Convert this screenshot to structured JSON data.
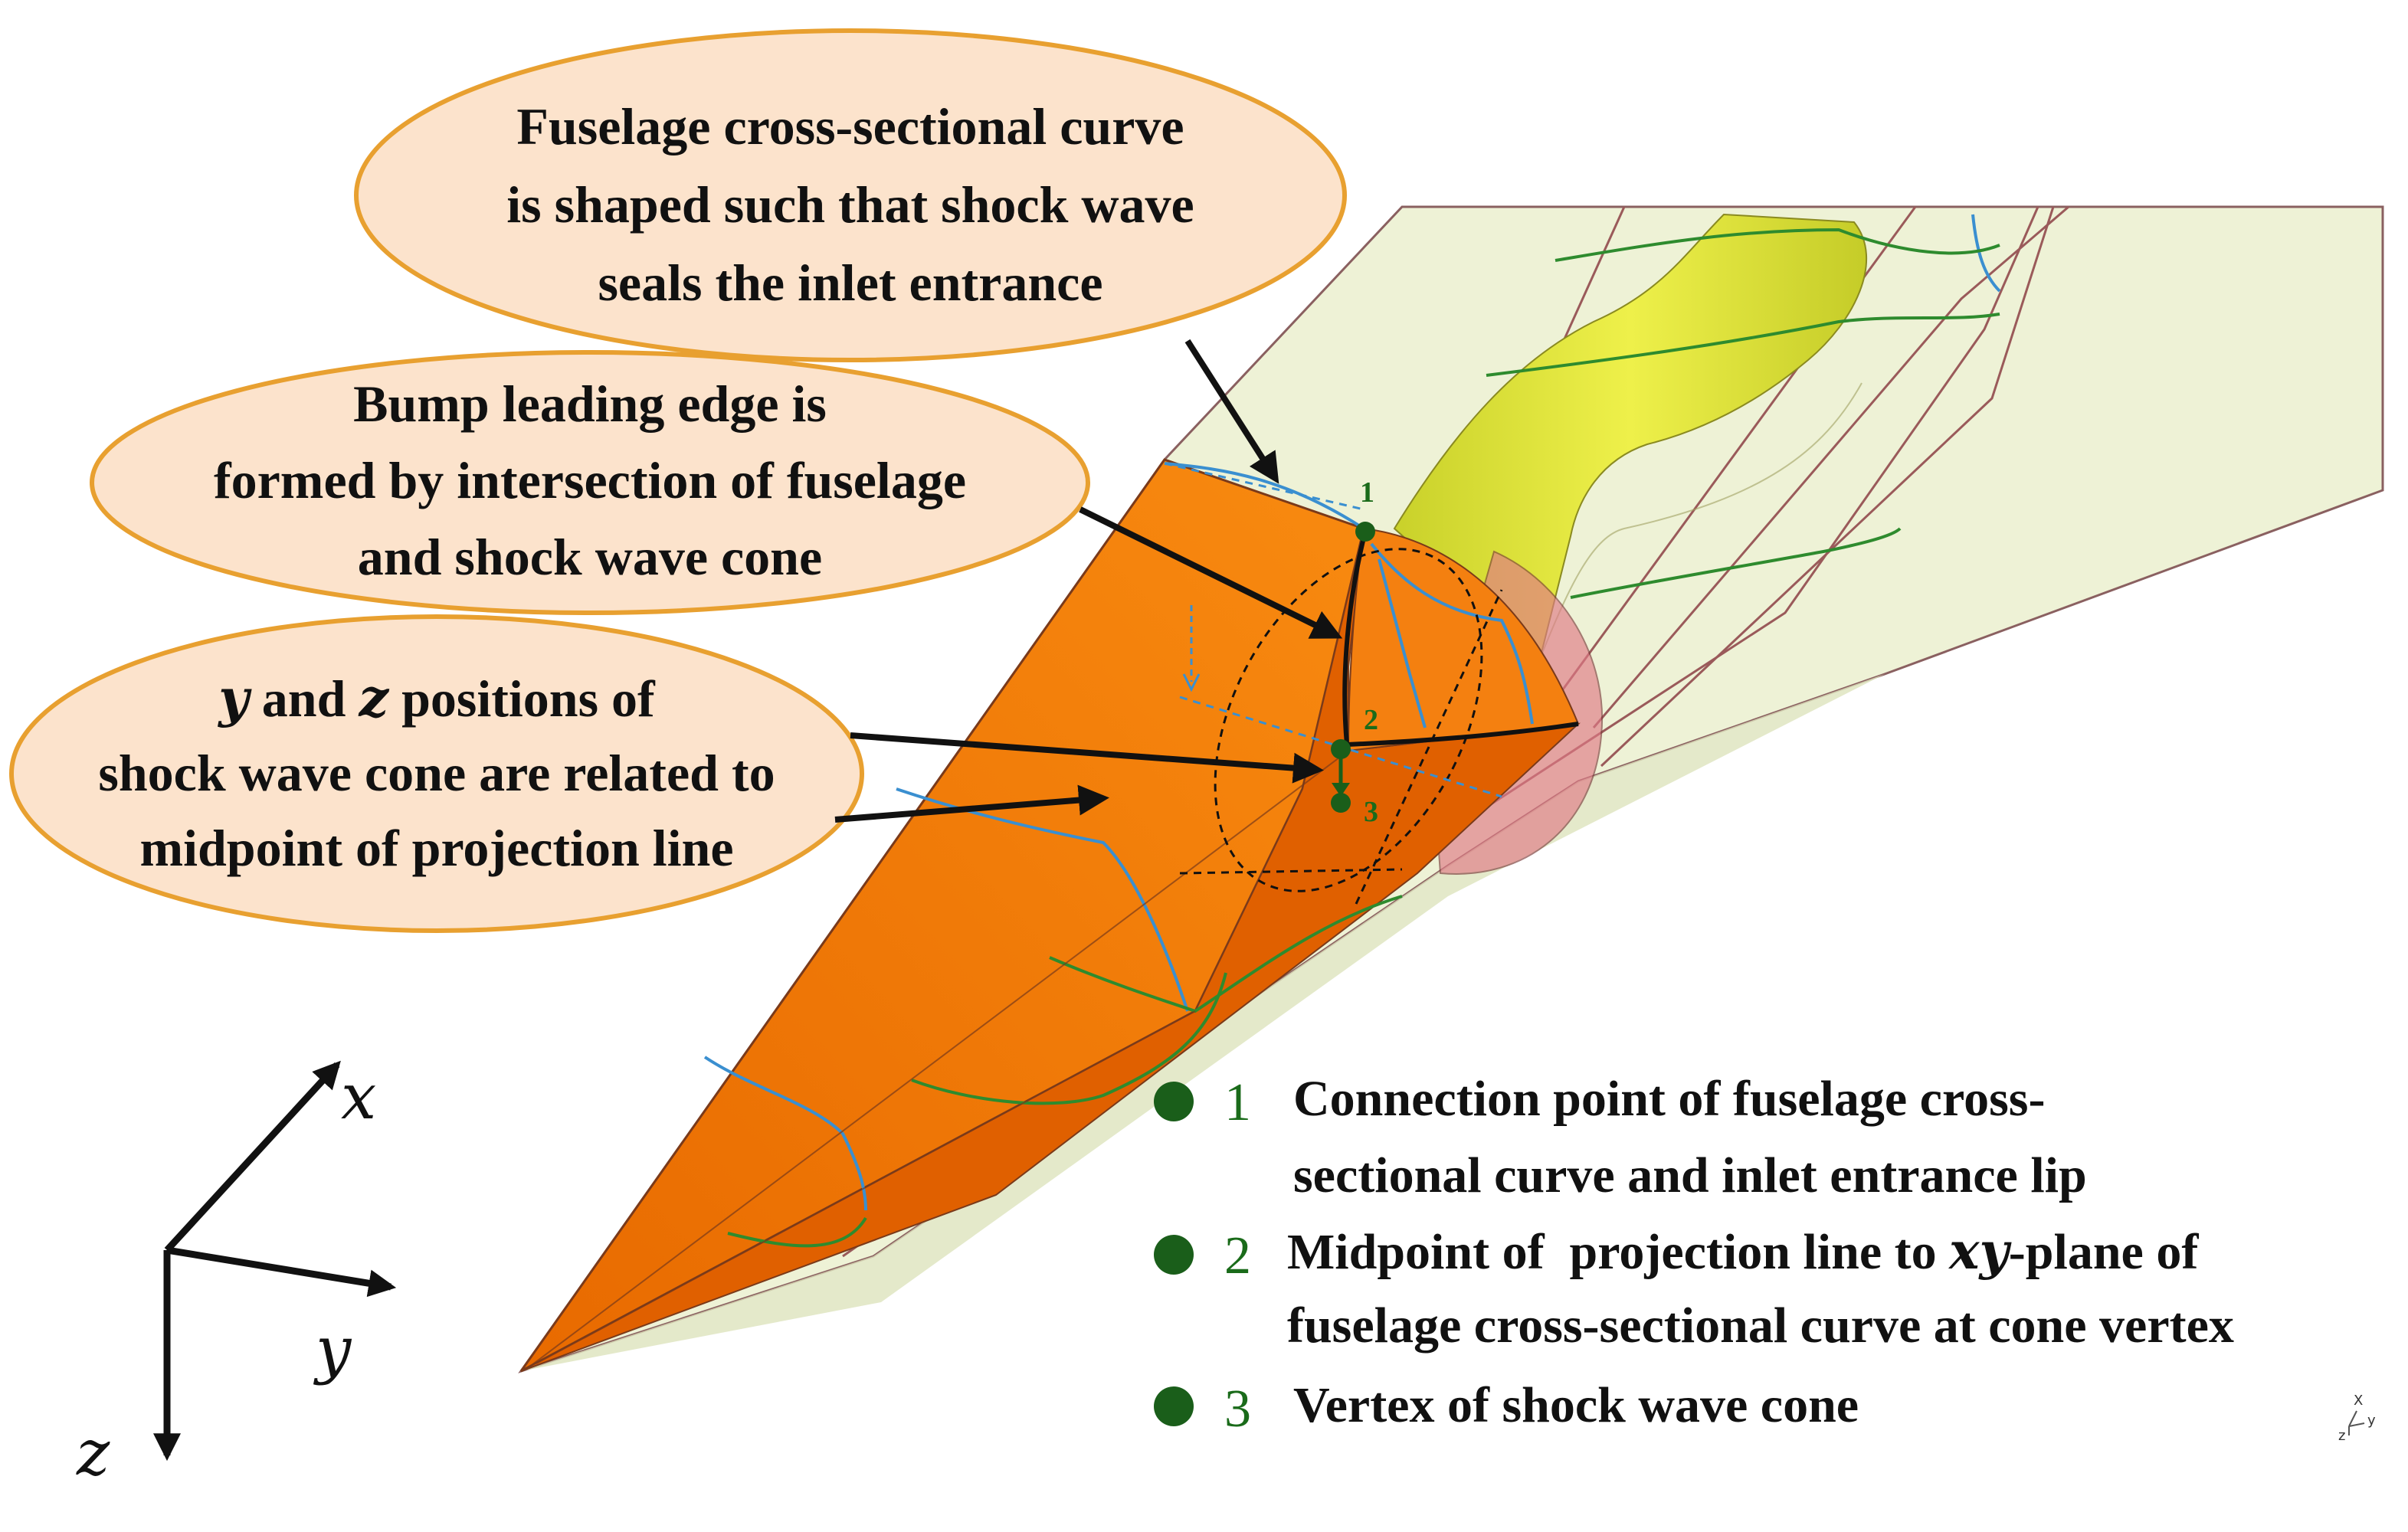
{
  "callouts": {
    "callout1": {
      "lines": [
        "Fuselage cross-sectional curve",
        "is shaped such that shock wave",
        "seals the inlet entrance"
      ]
    },
    "callout2": {
      "lines": [
        "Bump leading edge is",
        "formed by intersection of fuselage",
        "and shock wave cone"
      ]
    },
    "callout3": {
      "line1_var1": "y",
      "line1_and": " and ",
      "line1_var2": "z",
      "line1_rest": " positions of",
      "line2": "shock wave cone are related to",
      "line3": "midpoint of projection line"
    }
  },
  "point_labels": [
    "1",
    "2",
    "3"
  ],
  "legend": {
    "items": [
      {
        "number": "1",
        "lines": [
          "Connection point of fuselage cross-",
          "sectional curve and inlet entrance lip"
        ]
      },
      {
        "number": "2",
        "line1_pre": "Midpoint of  projection line to ",
        "line1_var": "xy",
        "line1_post": "-plane of",
        "line2": "fuselage cross-sectional curve at cone vertex"
      },
      {
        "number": "3",
        "lines": [
          "Vertex of shock wave cone"
        ]
      }
    ]
  },
  "axes": {
    "x": "x",
    "y": "y",
    "z": "z"
  },
  "mini_triad": {
    "x": "X",
    "y": "y",
    "z": "z"
  },
  "colors": {
    "callout_fill": "#fce3cc",
    "callout_stroke": "#e8a030",
    "nose_orange": "#f07000",
    "fuselage_light": "#eef2d6",
    "inlet_yellow": "#d9de34",
    "cone_pink": "#e07a86",
    "point_green": "#1a5e1a",
    "blue_curve": "#3a8fd0",
    "green_curve": "#2e8b2e"
  },
  "icons": [
    "axis-triad-icon",
    "mini-triad-icon"
  ]
}
